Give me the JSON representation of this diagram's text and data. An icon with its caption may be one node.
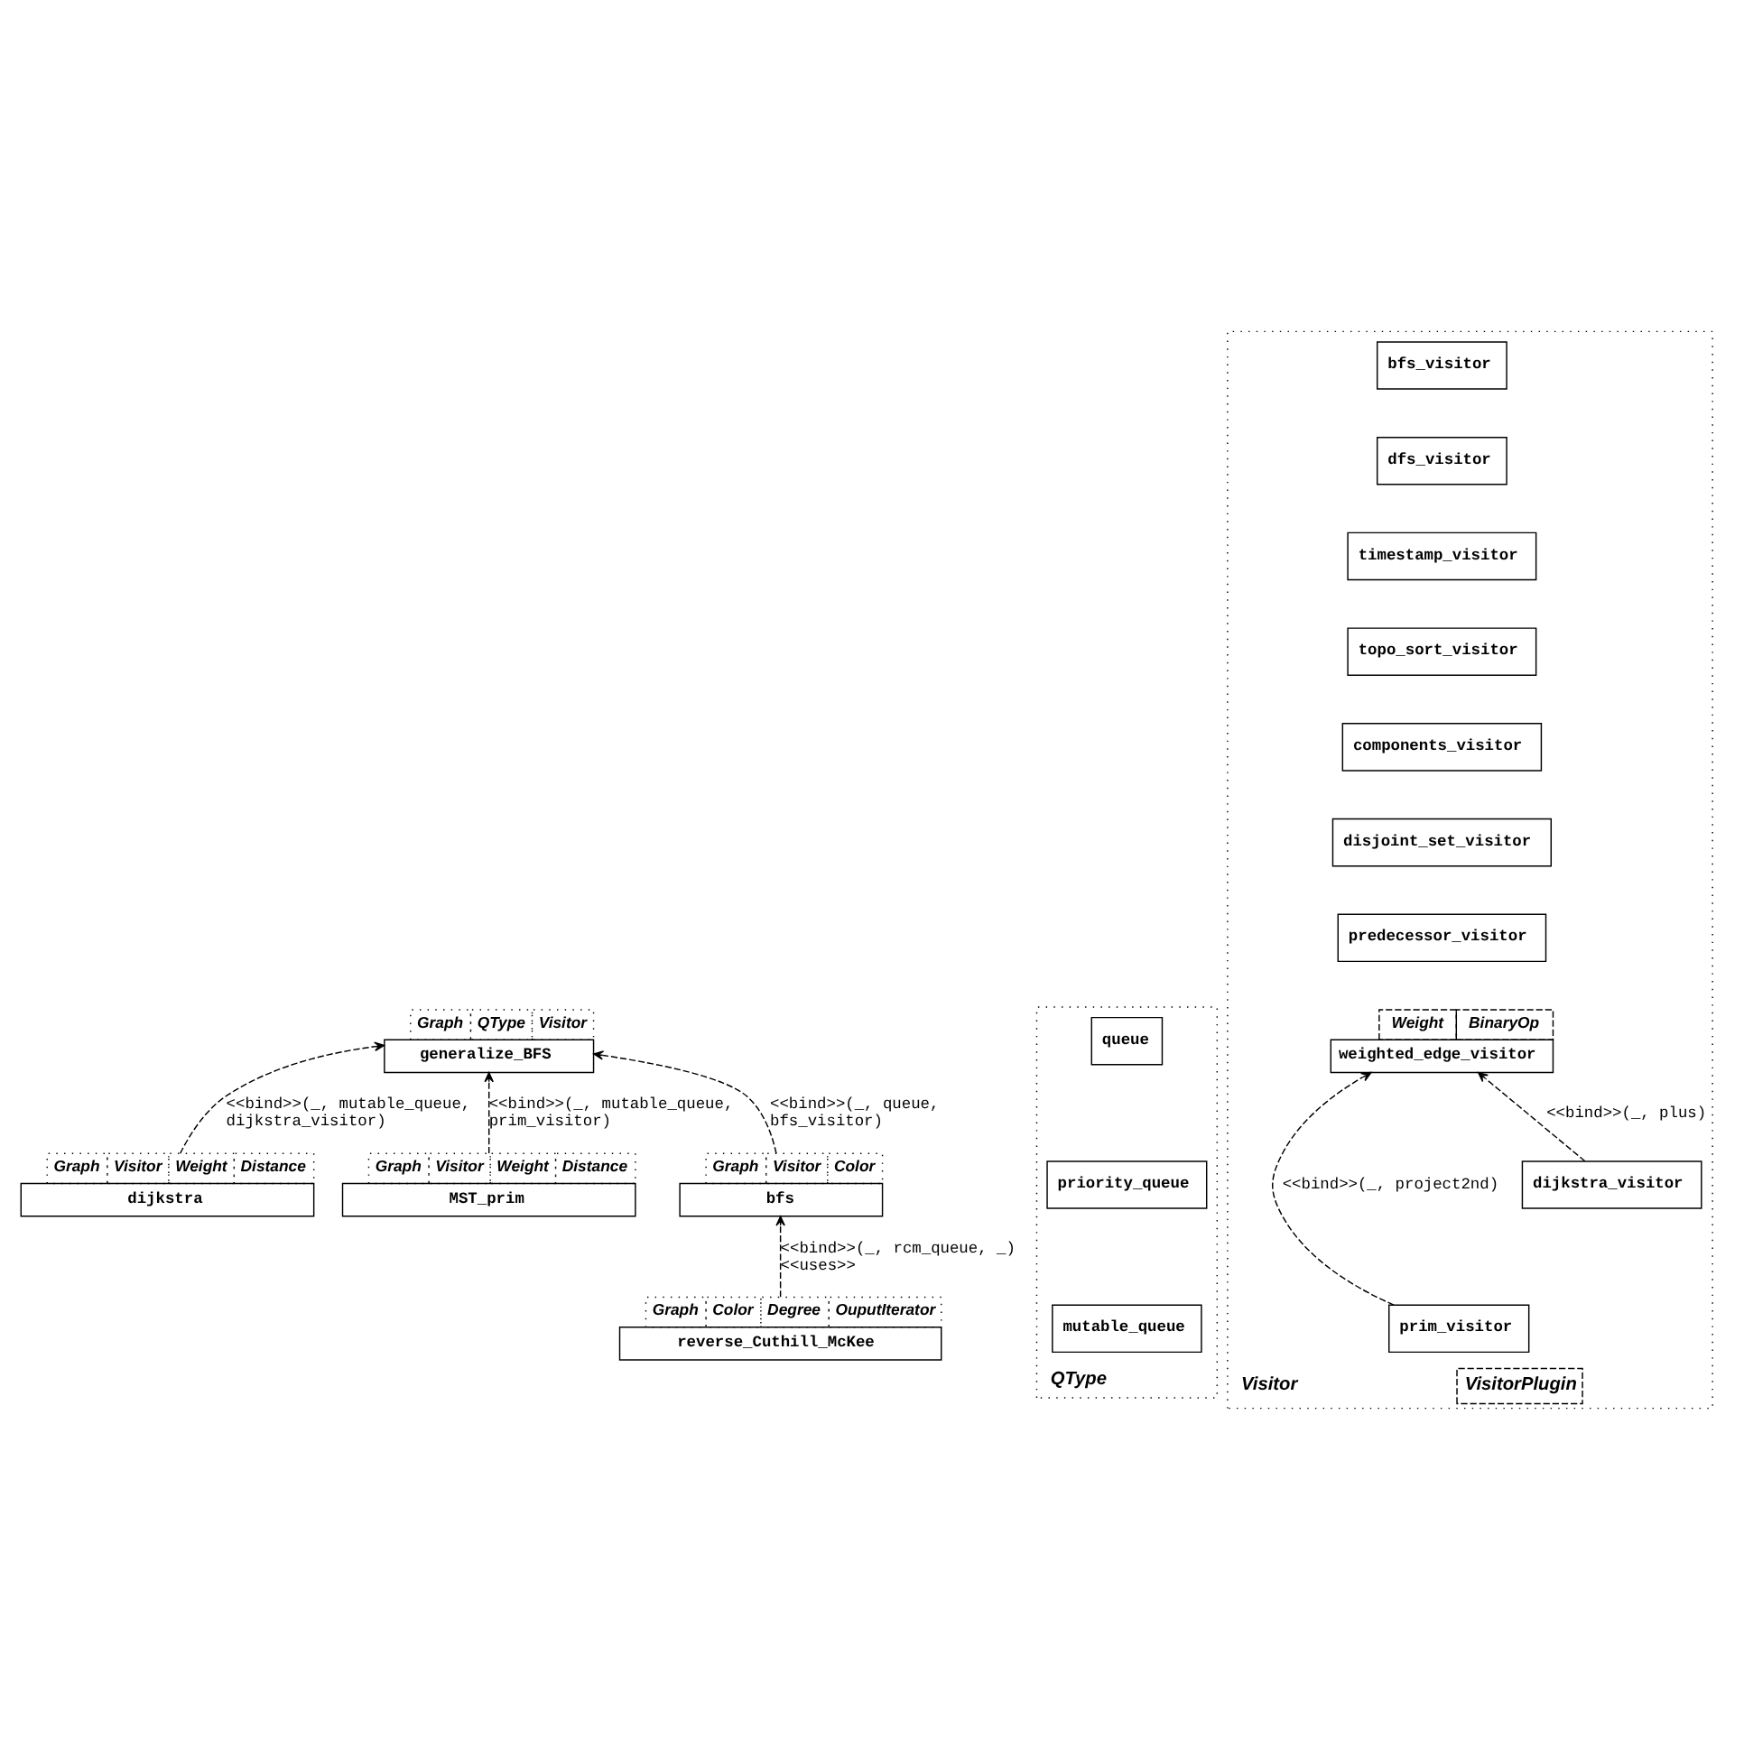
{
  "diagram": {
    "nodes": [
      {
        "text": [
          "Graph",
          "QType",
          "Visitor",
          "generalize_BFS"
        ]
      },
      {
        "text": [
          "Graph",
          "Visitor",
          "Weight",
          "Distance",
          "dijkstra"
        ]
      },
      {
        "text": [
          "Graph",
          "Visitor",
          "Weight",
          "Distance",
          "MST_prim"
        ]
      },
      {
        "text": [
          "Graph",
          "Visitor",
          "Color",
          "bfs"
        ]
      },
      {
        "text": [
          "Graph",
          "Color",
          "Degree",
          "OuputIterator",
          "reverse_Cuthill_McKee"
        ]
      },
      {
        "text": [
          "QType"
        ]
      },
      {
        "text": [
          "queue"
        ],
        "in": 5
      },
      {
        "text": [
          "priority_queue"
        ],
        "in": 5
      },
      {
        "text": [
          "mutable_queue"
        ],
        "in": 5
      },
      {
        "text": [
          "Visitor",
          "VisitorPlugin"
        ]
      },
      {
        "text": [
          "bfs_visitor"
        ],
        "in": 9
      },
      {
        "text": [
          "dfs_visitor"
        ],
        "in": 9
      },
      {
        "text": [
          "timestamp_visitor"
        ],
        "in": 9
      },
      {
        "text": [
          "topo_sort_visitor"
        ],
        "in": 9
      },
      {
        "text": [
          "components_visitor"
        ],
        "in": 9
      },
      {
        "text": [
          "disjoint_set_visitor"
        ],
        "in": 9
      },
      {
        "text": [
          "predecessor_visitor"
        ],
        "in": 9
      },
      {
        "text": [
          "Weight",
          "BinaryOp",
          "weighted_edge_visitor"
        ],
        "in": 9
      },
      {
        "text": [
          "dijkstra_visitor"
        ],
        "in": 9
      },
      {
        "text": [
          "prim_visitor"
        ],
        "in": 9
      }
    ],
    "edges": [
      {
        "from": 1,
        "to": 0,
        "arrow": "to",
        "style": "dashed",
        "label": "<<bind>>(_, mutable_queue, dijkstra_visitor)"
      },
      {
        "from": 2,
        "to": 0,
        "arrow": "to",
        "style": "dashed",
        "label": "<<bind>>(_, mutable_queue, prim_visitor)"
      },
      {
        "from": 3,
        "to": 0,
        "arrow": "to",
        "style": "dashed",
        "label": "<<bind>>(_, queue, bfs_visitor)"
      },
      {
        "from": 4,
        "to": 3,
        "arrow": "to",
        "style": "dashed",
        "label": "<<bind>>(_, rcm_queue, _) <<uses>>"
      },
      {
        "from": 18,
        "to": 17,
        "arrow": "to",
        "style": "dashed",
        "label": "<<bind>>(_, plus)"
      },
      {
        "from": 19,
        "to": 17,
        "arrow": "to",
        "style": "dashed",
        "label": "<<bind>>(_, project2nd)"
      }
    ]
  }
}
